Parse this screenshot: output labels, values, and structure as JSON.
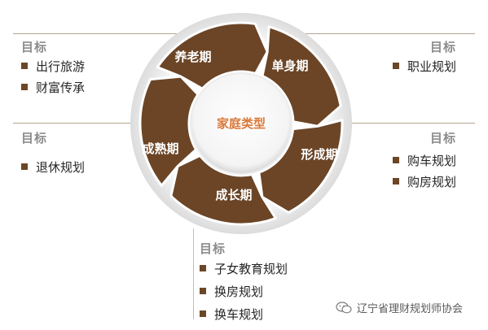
{
  "center_label": "家庭类型",
  "segments": [
    {
      "label": "单身期"
    },
    {
      "label": "形成期"
    },
    {
      "label": "成长期"
    },
    {
      "label": "成熟期"
    },
    {
      "label": "养老期"
    }
  ],
  "goals": {
    "top_left": {
      "title": "目标",
      "items": [
        "出行旅游",
        "财富传承"
      ]
    },
    "mid_left": {
      "title": "目标",
      "items": [
        "退休规划"
      ]
    },
    "top_right": {
      "title": "目标",
      "items": [
        "职业规划"
      ]
    },
    "mid_right": {
      "title": "目标",
      "items": [
        "购车规划",
        "购房规划"
      ]
    },
    "bottom": {
      "title": "目标",
      "items": [
        "子女教育规划",
        "换房规划",
        "换车规划"
      ]
    }
  },
  "watermark": {
    "text": "辽宁省理财规划师协会",
    "icon": "wechat-icon"
  },
  "colors": {
    "segment": "#6b4526",
    "ring_shadow": "#e9e9e9",
    "center_text": "#d9793a",
    "bullet": "#6b4727"
  }
}
